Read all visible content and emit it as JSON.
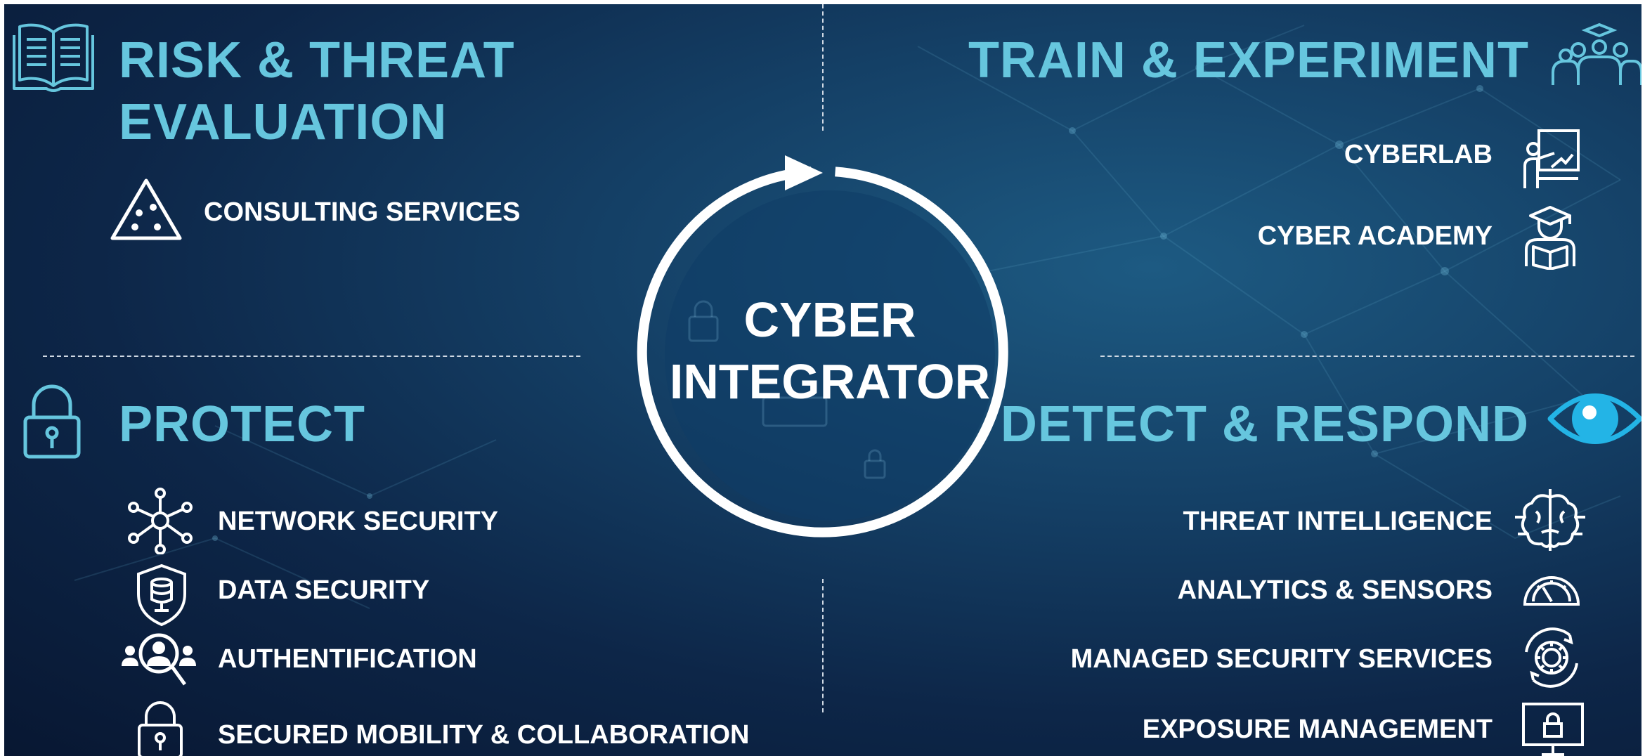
{
  "center": {
    "line1": "CYBER",
    "line2": "INTEGRATOR"
  },
  "quadrants": {
    "risk": {
      "title_line1": "RISK & THREAT",
      "title_line2": "EVALUATION",
      "items": [
        "CONSULTING SERVICES"
      ]
    },
    "train": {
      "title": "TRAIN & EXPERIMENT",
      "items": [
        "CYBERLAB",
        "CYBER ACADEMY"
      ]
    },
    "protect": {
      "title": "PROTECT",
      "items": [
        "NETWORK SECURITY",
        "DATA SECURITY",
        "AUTHENTIFICATION",
        "SECURED MOBILITY & COLLABORATION"
      ]
    },
    "detect": {
      "title": "DETECT & RESPOND",
      "items": [
        "THREAT INTELLIGENCE",
        "ANALYTICS & SENSORS",
        "MANAGED SECURITY SERVICES",
        "EXPOSURE MANAGEMENT"
      ]
    }
  },
  "colors": {
    "heading": "#66c6de",
    "item_text": "#ffffff",
    "background": "#0d2648",
    "eye_icon": "#23b4e6"
  },
  "icons": {
    "risk": "open-book-icon",
    "consulting": "triangle-dots-icon",
    "train": "classroom-people-icon",
    "cyberlab": "presentation-teacher-icon",
    "academy": "student-reading-icon",
    "protect": "padlock-icon",
    "network": "network-nodes-icon",
    "data": "database-shield-icon",
    "auth": "user-search-icon",
    "mobility": "padlock-icon",
    "detect": "eye-icon",
    "threat": "brain-circuit-icon",
    "analytics": "gauge-icon",
    "managed": "gear-cycle-icon",
    "exposure": "monitor-lock-icon"
  }
}
